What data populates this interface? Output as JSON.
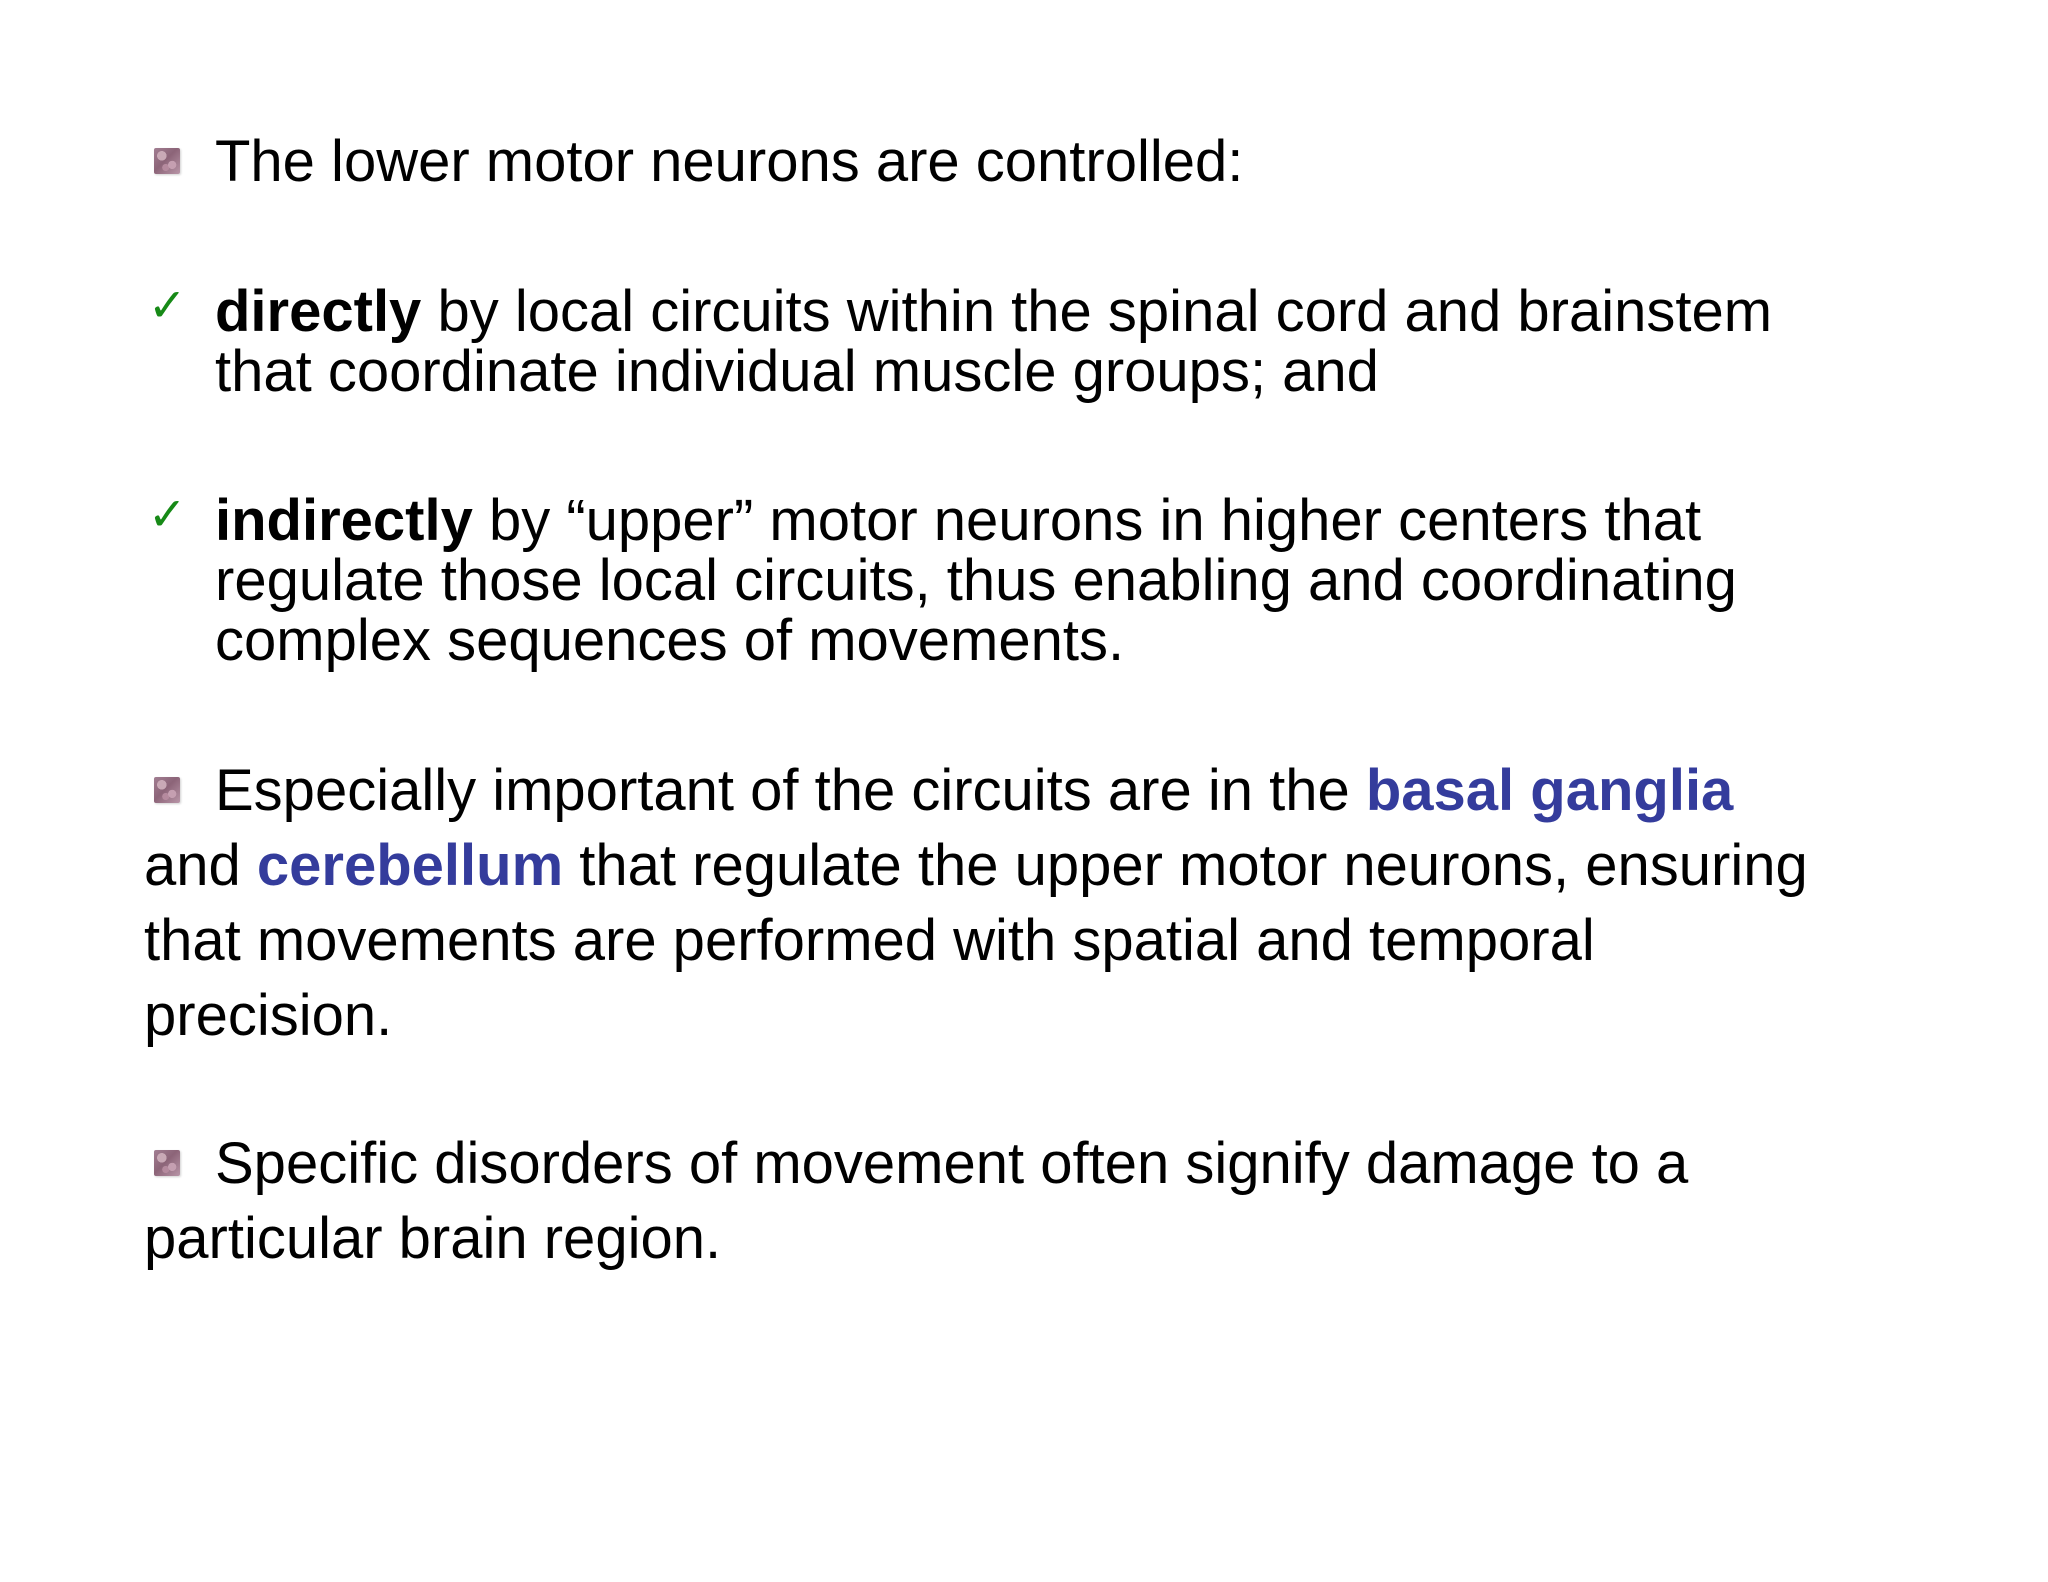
{
  "slide": {
    "accent_color": "#343c9c",
    "check_color": "#178a17",
    "bullet_icon": "square-pink-bullet-icon",
    "check_icon": "checkmark-icon",
    "bullet1": {
      "text": "The lower motor neurons are controlled:"
    },
    "sub1": {
      "bold": "directly",
      "line1_rest": " by local circuits within the spinal cord and brainstem",
      "line2": "that coordinate individual muscle groups; and"
    },
    "sub2": {
      "bold": "indirectly",
      "line1_rest": " by “upper” motor neurons in higher centers that",
      "line2": "regulate those local circuits, thus enabling and coordinating",
      "line3": "complex sequences of movements."
    },
    "bullet2": {
      "line1_pre": "Especially important of the circuits are in the ",
      "accent1": "basal ganglia",
      "line2_pre": "and ",
      "accent2": "cerebellum",
      "line2_post": " that regulate the upper motor neurons, ensuring",
      "line3": "that movements are performed with spatial and temporal",
      "line4": "precision."
    },
    "bullet3": {
      "line1": "Specific disorders of movement often signify damage to a",
      "line2": "particular brain region."
    }
  }
}
